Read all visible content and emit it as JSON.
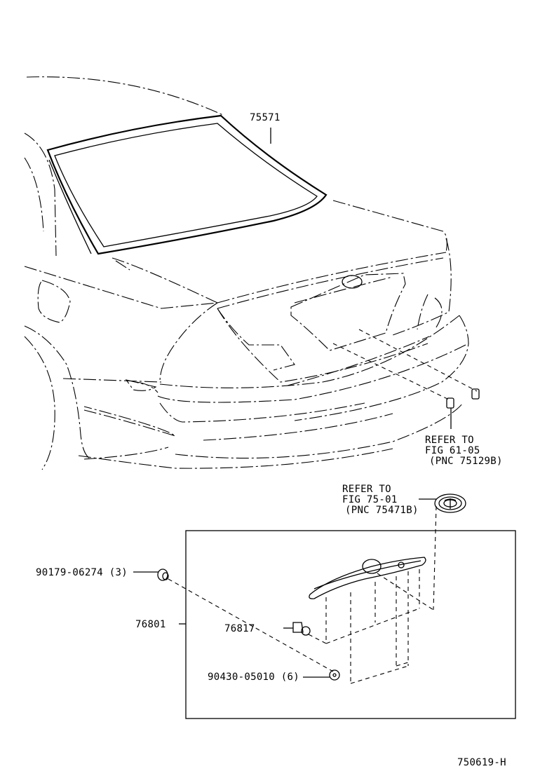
{
  "parts": {
    "p75571": "75571",
    "p76801": "76801",
    "p76817": "76817",
    "p90179": "90179-06274 (3)",
    "p90430": "90430-05010 (6)"
  },
  "refs": {
    "fig6105": [
      "REFER TO",
      "FIG 61-05",
      "(PNC 75129B)"
    ],
    "fig7501": [
      "REFER TO",
      "FIG 75-01",
      "(PNC 75471B)"
    ]
  },
  "illustration_code": "750619-H"
}
